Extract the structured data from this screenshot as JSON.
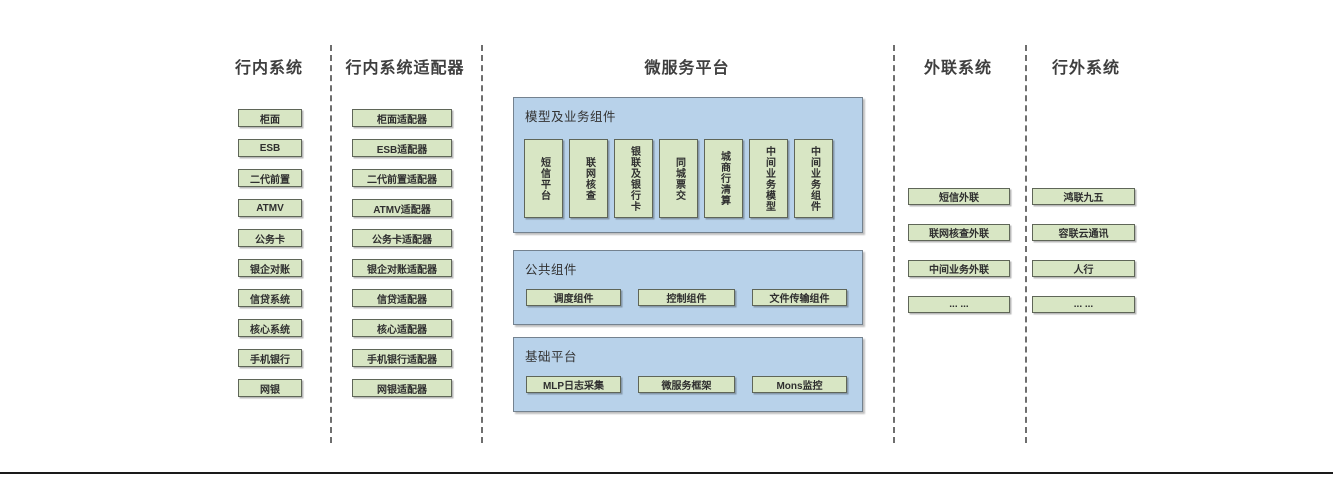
{
  "colors": {
    "green_fill": "#d8e6c4",
    "green_border": "#5f6658",
    "blue_fill": "#b8d2ea",
    "blue_border": "#74828f",
    "title_text": "#3f3f3f",
    "divider": "#6e6e6e",
    "bottom_line": "#1a1a1a"
  },
  "columns": {
    "internal": {
      "title": "行内系统",
      "items": [
        "柜面",
        "ESB",
        "二代前置",
        "ATMV",
        "公务卡",
        "银企对账",
        "信贷系统",
        "核心系统",
        "手机银行",
        "网银"
      ]
    },
    "adapters": {
      "title": "行内系统适配器",
      "items": [
        "柜面适配器",
        "ESB适配器",
        "二代前置适配器",
        "ATMV适配器",
        "公务卡适配器",
        "银企对账适配器",
        "信贷适配器",
        "核心适配器",
        "手机银行适配器",
        "网银适配器"
      ]
    },
    "platform": {
      "title": "微服务平台",
      "groups": [
        {
          "label": "模型及业务组件",
          "items": [
            "短信平台",
            "联网核查",
            "银联及银行卡",
            "同城票交",
            "城商行清算",
            "中间业务模型",
            "中间业务组件"
          ]
        },
        {
          "label": "公共组件",
          "items": [
            "调度组件",
            "控制组件",
            "文件传输组件"
          ]
        },
        {
          "label": "基础平台",
          "items": [
            "MLP日志采集",
            "微服务框架",
            "Mons监控"
          ]
        }
      ]
    },
    "outreach": {
      "title": "外联系统",
      "items": [
        "短信外联",
        "联网核查外联",
        "中间业务外联",
        "... ..."
      ]
    },
    "external": {
      "title": "行外系统",
      "items": [
        "鸿联九五",
        "容联云通讯",
        "人行",
        "... ..."
      ]
    }
  }
}
